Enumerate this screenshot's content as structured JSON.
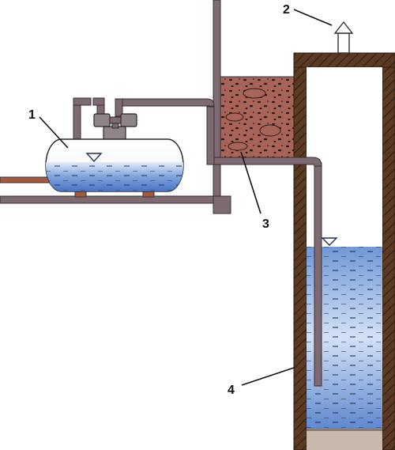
{
  "colors": {
    "pipe": "#7d6a73",
    "pipe_outline": "#3a2f35",
    "wall_brown": "#5a3a22",
    "soil": "#a9645a",
    "water_light": "#d9e6f7",
    "water_deep": "#4a78c8",
    "gravel_floor": "#c9b9ad"
  },
  "labels": {
    "tank": "1",
    "vent": "2",
    "filter": "3",
    "well": "4"
  },
  "components": {
    "tank": "pressure-tank",
    "pumps": "pump-valve-assembly",
    "filter": "soil-filter",
    "well": "well-shaft",
    "vent": "vent-cap"
  }
}
